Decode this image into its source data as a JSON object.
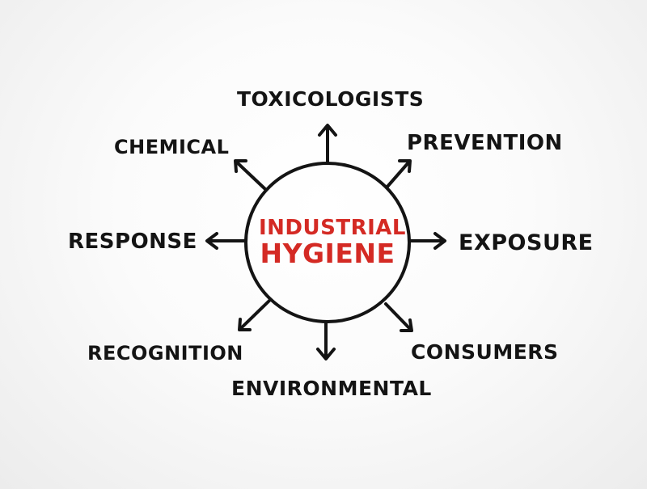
{
  "center": {
    "line1": "INDUSTRIAL",
    "line2": "HYGIENE"
  },
  "nodes": {
    "toxicologists": "TOXICOLOGISTS",
    "chemical": "CHEMICAL",
    "prevention": "PREVENTION",
    "response": "RESPONSE",
    "exposure": "EXPOSURE",
    "recognition": "RECOGNITION",
    "consumers": "CONSUMERS",
    "environmental": "ENVIRONMENTAL"
  },
  "colors": {
    "center_text": "#d42a24",
    "ink": "#141414"
  }
}
